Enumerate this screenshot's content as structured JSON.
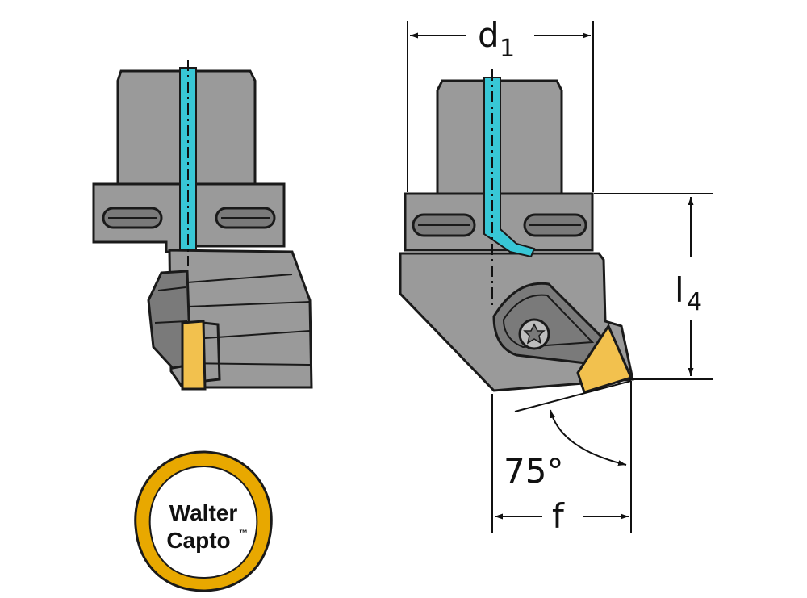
{
  "colors": {
    "body": "#9a9a9a",
    "body_dark": "#7a7a7a",
    "outline": "#1a1a1a",
    "coolant": "#38c7d6",
    "insert": "#f2c14e",
    "logo_ring": "#e8a800",
    "logo_inner": "#ffffff"
  },
  "dimensions": {
    "d1": {
      "main": "d",
      "sub": "1"
    },
    "l4": {
      "main": "l",
      "sub": "4"
    },
    "f": "f",
    "angle": "75°"
  },
  "logo": {
    "line1": "Walter",
    "line2": "Capto",
    "trademark": "™"
  }
}
